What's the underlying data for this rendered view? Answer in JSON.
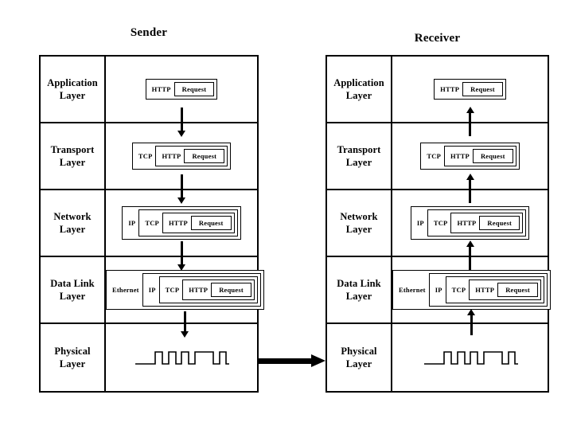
{
  "diagram": {
    "title_sender": "Sender",
    "title_receiver": "Receiver",
    "transmit_arrow_name": "transmission-medium-arrow"
  },
  "layers": [
    {
      "id": "application",
      "label": "Application\nLayer"
    },
    {
      "id": "transport",
      "label": "Transport\nLayer"
    },
    {
      "id": "network",
      "label": "Network\nLayer"
    },
    {
      "id": "datalink",
      "label": "Data Link\nLayer"
    },
    {
      "id": "physical",
      "label": "Physical\nLayer"
    }
  ],
  "labels": {
    "application_layer": "Application Layer",
    "transport_layer": "Transport Layer",
    "network_layer": "Network Layer",
    "data_link_layer": "Data Link Layer",
    "physical_layer": "Physical Layer"
  },
  "headers": {
    "http": "HTTP",
    "tcp": "TCP",
    "ip": "IP",
    "ethernet": "Ethernet",
    "request": "Request"
  },
  "encapsulation": {
    "application": [
      "HTTP",
      "Request"
    ],
    "transport": [
      "TCP",
      "HTTP",
      "Request"
    ],
    "network": [
      "IP",
      "TCP",
      "HTTP",
      "Request"
    ],
    "datalink": [
      "Ethernet",
      "IP",
      "TCP",
      "HTTP",
      "Request"
    ],
    "physical": "signal-waveform"
  },
  "flow": {
    "sender_direction": "down",
    "receiver_direction": "up",
    "medium_direction": "right"
  },
  "colors": {
    "stroke": "#000000",
    "background": "#ffffff"
  }
}
